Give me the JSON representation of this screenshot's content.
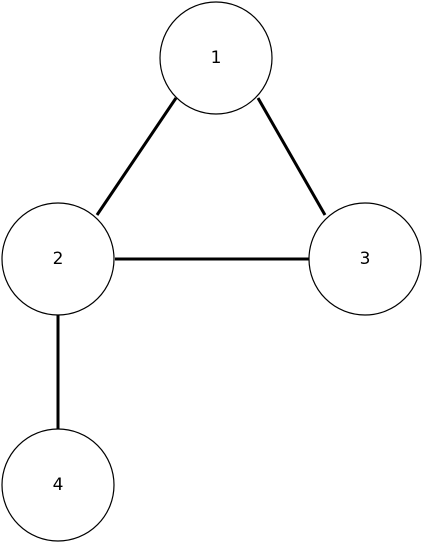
{
  "diagram": {
    "colors": {
      "stroke": "#000000",
      "node_fill": "#ffffff",
      "background": "#ffffff"
    },
    "nodes": [
      {
        "id": "1",
        "label": "1"
      },
      {
        "id": "2",
        "label": "2"
      },
      {
        "id": "3",
        "label": "3"
      },
      {
        "id": "4",
        "label": "4"
      }
    ],
    "edges": [
      {
        "from": "1",
        "to": "2"
      },
      {
        "from": "1",
        "to": "3"
      },
      {
        "from": "2",
        "to": "3"
      },
      {
        "from": "2",
        "to": "4"
      }
    ]
  }
}
